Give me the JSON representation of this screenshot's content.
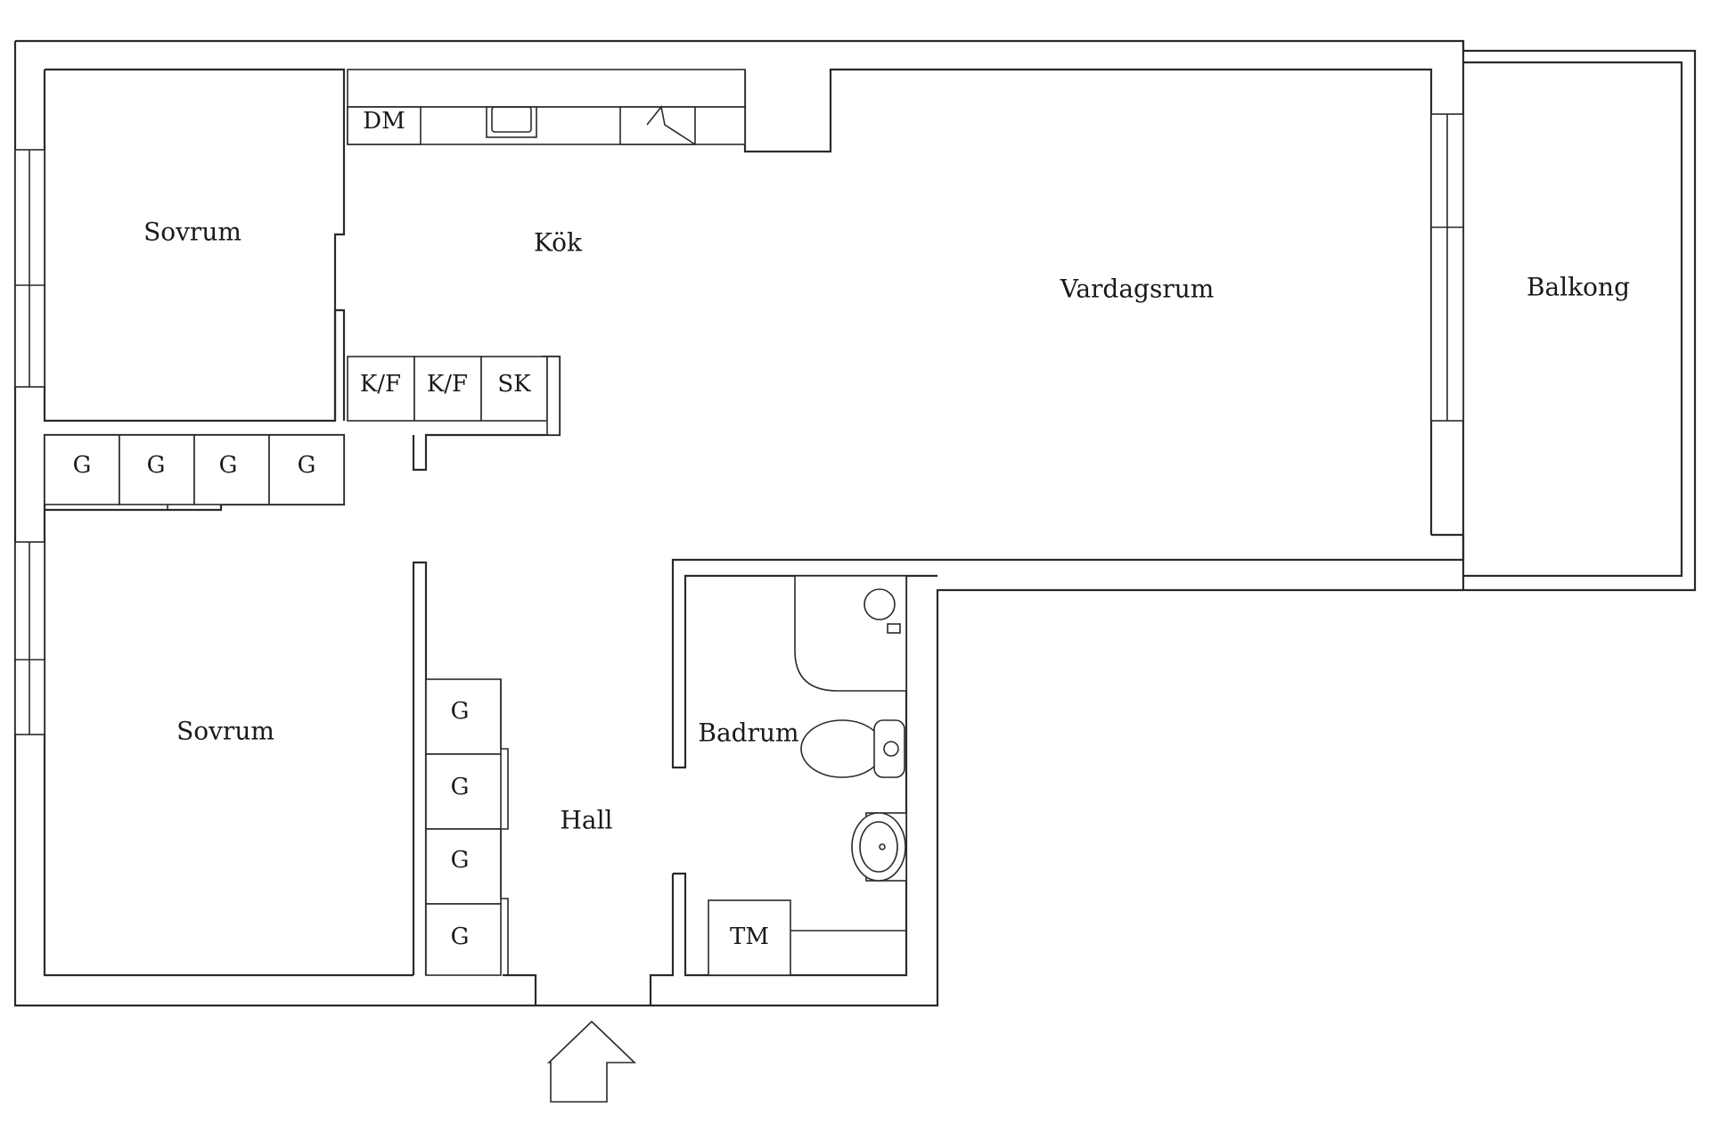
{
  "rooms": {
    "sovrum_top": "Sovrum",
    "kok": "Kök",
    "vardagsrum": "Vardagsrum",
    "balkong": "Balkong",
    "sovrum_bottom": "Sovrum",
    "badrum": "Badrum",
    "hall": "Hall"
  },
  "fixtures": {
    "dm": "DM",
    "kf1": "K/F",
    "kf2": "K/F",
    "sk": "SK",
    "tm": "TM",
    "g_top": [
      "G",
      "G",
      "G",
      "G"
    ],
    "g_hall": [
      "G",
      "G",
      "G",
      "G"
    ]
  },
  "colors": {
    "line": "#2a2a2a",
    "background": "#ffffff"
  }
}
